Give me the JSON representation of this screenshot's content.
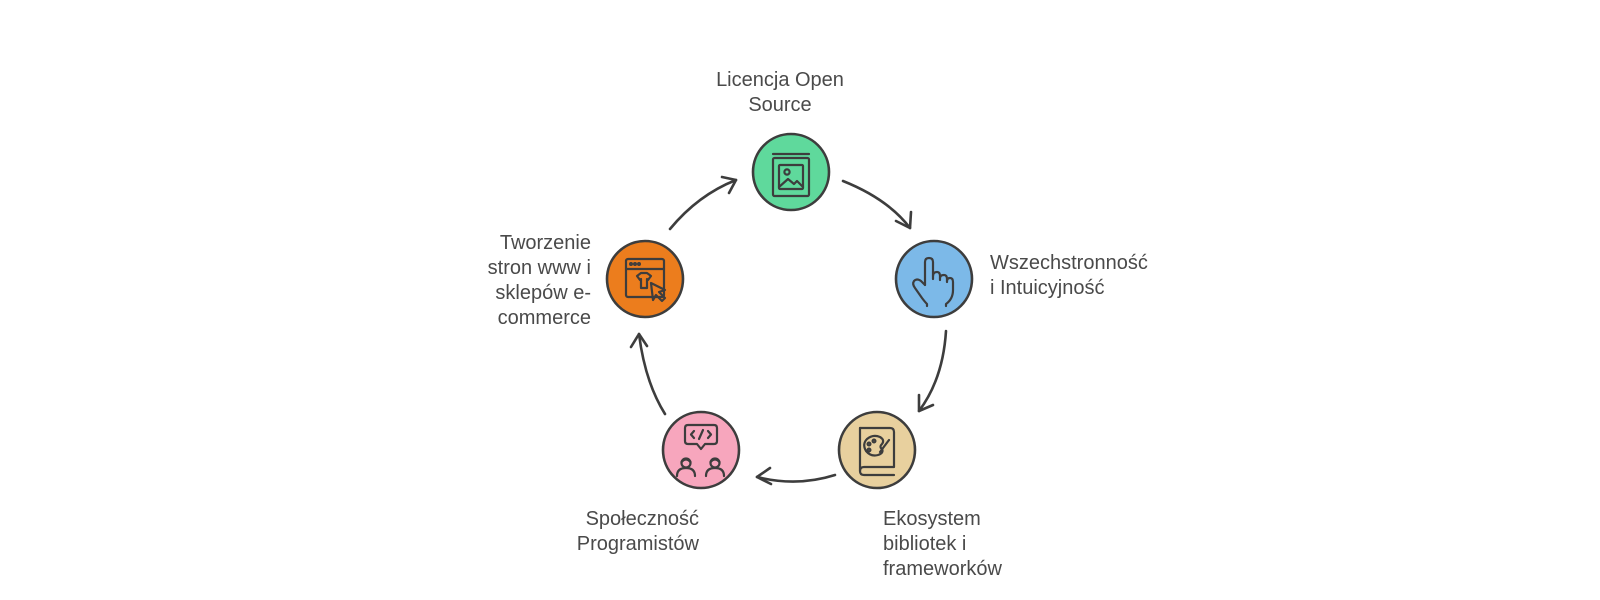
{
  "diagram": {
    "type": "cycle",
    "stroke_color": "#3d3d3d",
    "nodes": [
      {
        "id": "licencja",
        "icon": "picture-book-icon",
        "color": "#5fd99c",
        "label_lines": [
          "Licencja Open",
          "Source"
        ]
      },
      {
        "id": "wszechstronnosc",
        "icon": "pointing-hand-icon",
        "color": "#7cb9e8",
        "label_lines": [
          "Wszechstronność",
          "i Intuicyjność"
        ]
      },
      {
        "id": "ekosystem",
        "icon": "palette-book-icon",
        "color": "#e8d09e",
        "label_lines": [
          "Ekosystem",
          "bibliotek i",
          "frameworków"
        ]
      },
      {
        "id": "spolecznosc",
        "icon": "developers-chat-icon",
        "color": "#f7a6bd",
        "label_lines": [
          "Społeczność",
          "Programistów"
        ]
      },
      {
        "id": "tworzenie",
        "icon": "web-shop-icon",
        "color": "#ec7d1d",
        "label_lines": [
          "Tworzenie",
          "stron www i",
          "sklepów e-",
          "commerce"
        ]
      }
    ]
  }
}
